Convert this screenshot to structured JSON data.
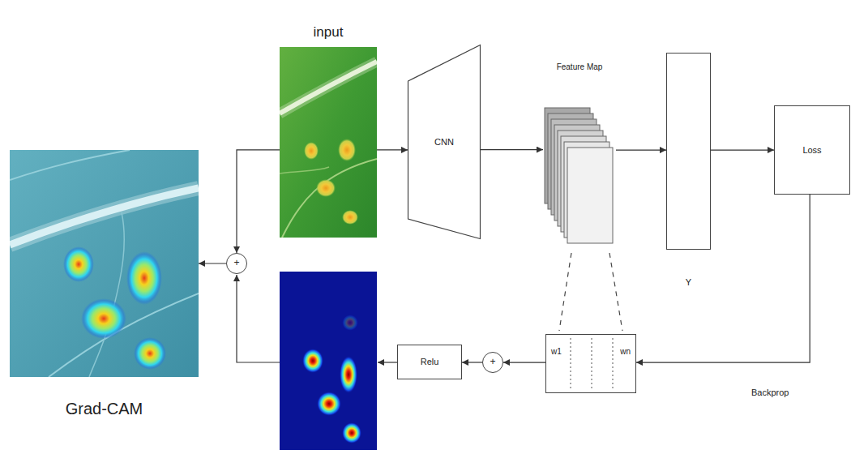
{
  "diagram": {
    "nodes": [
      {
        "text": [
          "input"
        ]
      },
      {
        "text": [
          "CNN"
        ]
      },
      {
        "text": [
          "Feature Map"
        ]
      },
      {
        "text": [
          "Y"
        ]
      },
      {
        "text": [
          "Loss"
        ]
      },
      {
        "text": [
          "w1",
          "wn"
        ]
      },
      {
        "text": [
          "+"
        ]
      },
      {
        "text": [
          "Relu"
        ]
      },
      {
        "text": [
          "+"
        ]
      },
      {
        "text": [
          "Grad-CAM"
        ]
      }
    ],
    "edges": [
      {
        "from": 0,
        "to": 1,
        "arrow": "to"
      },
      {
        "from": 1,
        "to": 2,
        "arrow": "to"
      },
      {
        "from": 2,
        "to": 3,
        "arrow": "to"
      },
      {
        "from": 3,
        "to": 4,
        "arrow": "to"
      },
      {
        "from": 4,
        "to": 5,
        "label": "Backprop",
        "arrow": "to"
      },
      {
        "from": 5,
        "to": 6,
        "arrow": "to"
      },
      {
        "from": 6,
        "to": 7,
        "arrow": "to"
      },
      {
        "from": 0,
        "to": 8,
        "arrow": "to"
      },
      {
        "from": 8,
        "to": 9,
        "arrow": "to"
      }
    ]
  }
}
